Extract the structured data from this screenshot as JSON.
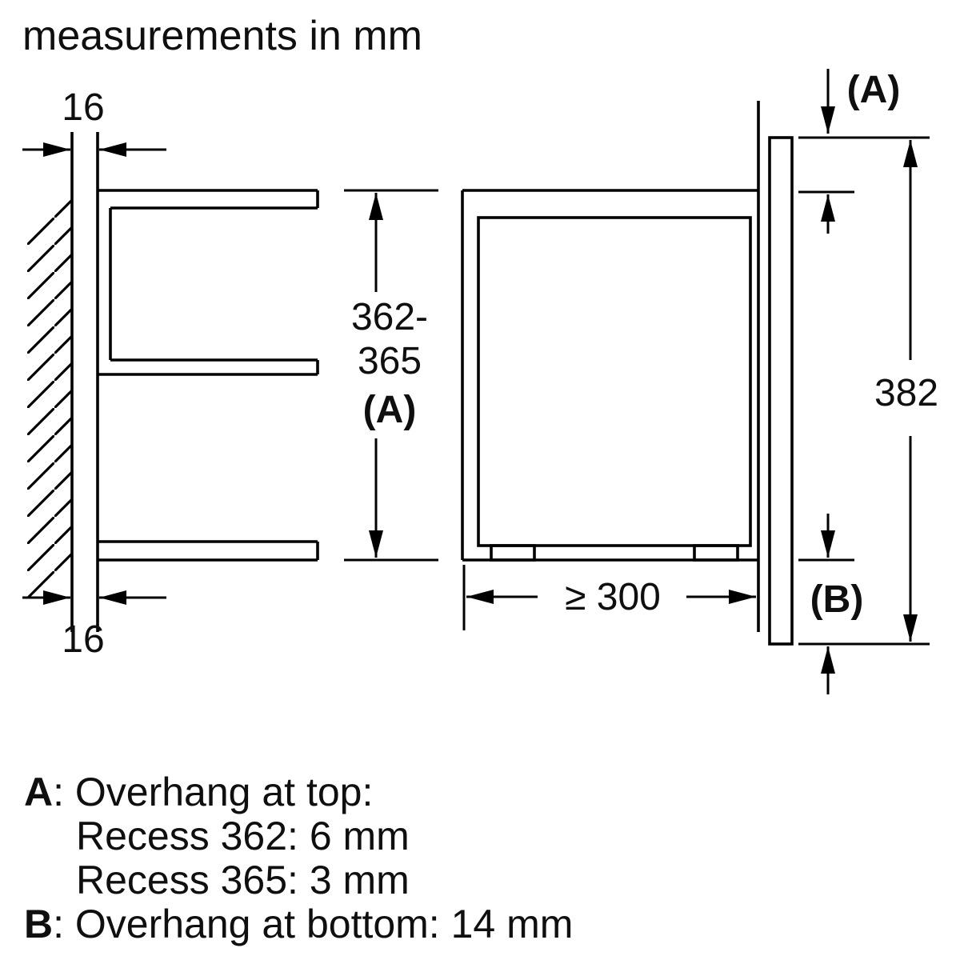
{
  "title": "measurements in mm",
  "diagram": {
    "left": {
      "wall_gap_top": "16",
      "wall_gap_bottom": "16",
      "niche_height": {
        "line1": "362-",
        "line2": "365",
        "line3": "(A)"
      }
    },
    "right": {
      "overhang_top": "(A)",
      "front_height": "382",
      "min_depth": "≥ 300",
      "overhang_bottom": "(B)"
    }
  },
  "legend": {
    "a": {
      "key": "A",
      "text": ": Overhang at top:"
    },
    "a_recess_362": "Recess 362: 6 mm",
    "a_recess_365": "Recess 365: 3 mm",
    "b": {
      "key": "B",
      "text": ": Overhang at bottom: 14 mm"
    }
  },
  "colors": {
    "line": "#000000",
    "background": "#ffffff"
  }
}
